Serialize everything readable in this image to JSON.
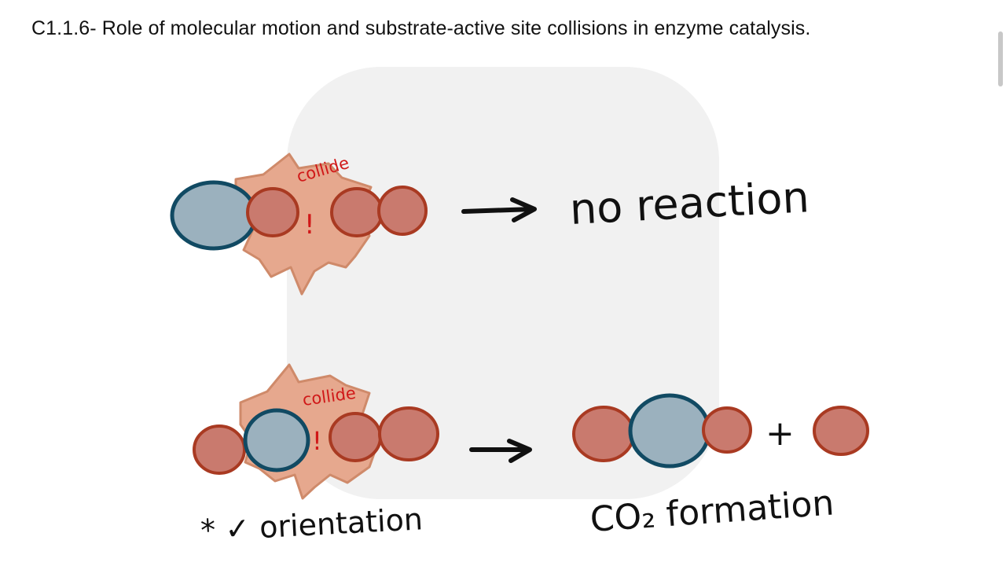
{
  "title": "C1.1.6- Role of molecular motion and substrate-active site collisions in enzyme catalysis.",
  "colors": {
    "enzyme_fill": "#e6a88e",
    "enzyme_stroke": "#cf8a6a",
    "atom_red_fill": "#c97a6e",
    "atom_red_stroke": "#a93a22",
    "atom_blue_fill": "#9bb1be",
    "atom_blue_stroke": "#114a63",
    "annotation_red": "#d01818",
    "ink": "#111111"
  },
  "top_row": {
    "collide_label": "collide",
    "exclamation": "!",
    "result_label": "no reaction"
  },
  "bottom_row": {
    "collide_label": "collide",
    "exclamation": "!",
    "plus": "+",
    "orientation_label": "* ✓ orientation",
    "product_label": "CO₂ formation"
  }
}
